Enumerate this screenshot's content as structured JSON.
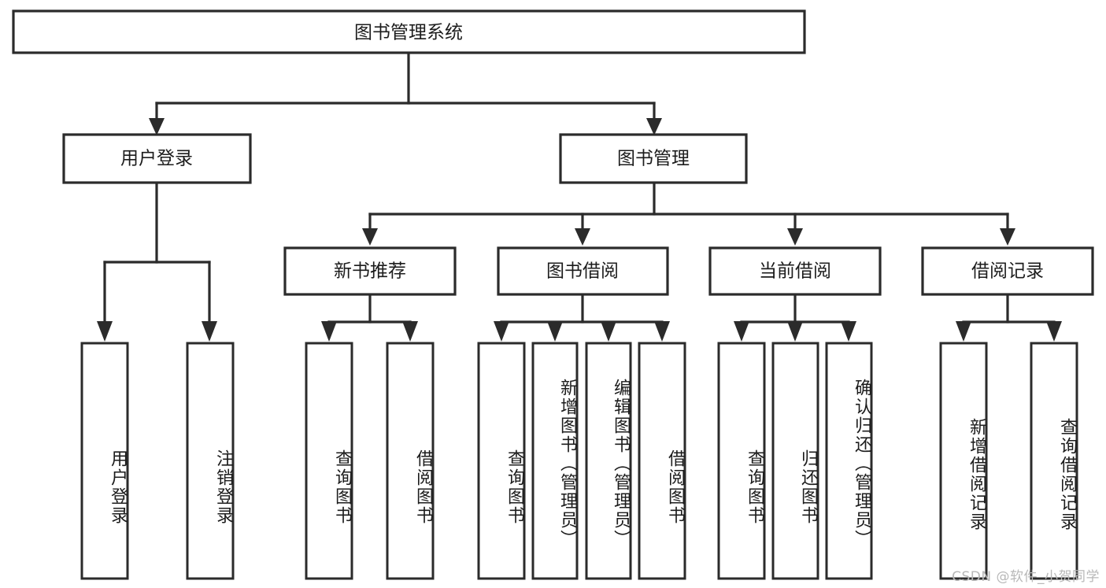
{
  "diagram": {
    "title": "图书管理系统",
    "type": "tree-hierarchy-chart",
    "watermark": "CSDN @软件_小贺同学",
    "root": {
      "label": "图书管理系统"
    },
    "level2": [
      {
        "label": "用户登录"
      },
      {
        "label": "图书管理"
      }
    ],
    "level3": [
      {
        "label": "新书推荐"
      },
      {
        "label": "图书借阅"
      },
      {
        "label": "当前借阅"
      },
      {
        "label": "借阅记录"
      }
    ],
    "leaves": {
      "user_login": [
        {
          "label": "用户登录"
        },
        {
          "label": "注销登录"
        }
      ],
      "new_book_recommend": [
        {
          "label": "查询图书"
        },
        {
          "label": "借阅图书"
        }
      ],
      "book_borrow": [
        {
          "label": "查询图书"
        },
        {
          "label": "新增图书（管理员）"
        },
        {
          "label": "编辑图书（管理员）"
        },
        {
          "label": "借阅图书"
        }
      ],
      "current_borrow": [
        {
          "label": "查询图书"
        },
        {
          "label": "归还图书"
        },
        {
          "label": "确认归还（管理员）"
        }
      ],
      "borrow_record": [
        {
          "label": "新增借阅记录"
        },
        {
          "label": "查询借阅记录"
        }
      ]
    },
    "colors": {
      "stroke": "#2b2b2b",
      "fill": "#ffffff",
      "text": "#1c1c1c",
      "watermark": "#b8b8b8"
    }
  }
}
